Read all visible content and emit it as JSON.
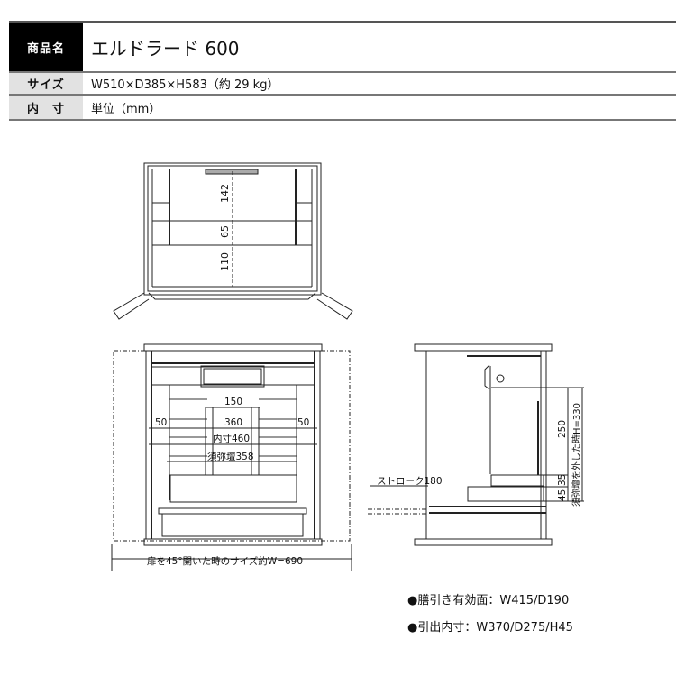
{
  "spec": {
    "name_label": "商品名",
    "name_value": "エルドラード 600",
    "size_label": "サイズ",
    "size_value": "W510×D385×H583（約 29 kg）",
    "inner_label": "内　寸",
    "inner_value": "単位（mm）"
  },
  "top_view": {
    "dim_142": "142",
    "dim_65": "65",
    "dim_110": "110"
  },
  "front_view": {
    "dim_150": "150",
    "dim_360": "360",
    "dim_50_left": "50",
    "dim_50_right": "50",
    "inner_460": "内寸460",
    "sumidan_358": "須弥壇358",
    "open_width": "扉を45°開いた時のサイズ約W=690"
  },
  "side_view": {
    "stroke": "ストローク180",
    "dim_250": "250",
    "dim_45": "45",
    "dim_35": "35",
    "height_note": "須弥壇を外した時H=330"
  },
  "notes": [
    "●膳引き有効面：W415/D190",
    "●引出内寸：W370/D275/H45"
  ]
}
